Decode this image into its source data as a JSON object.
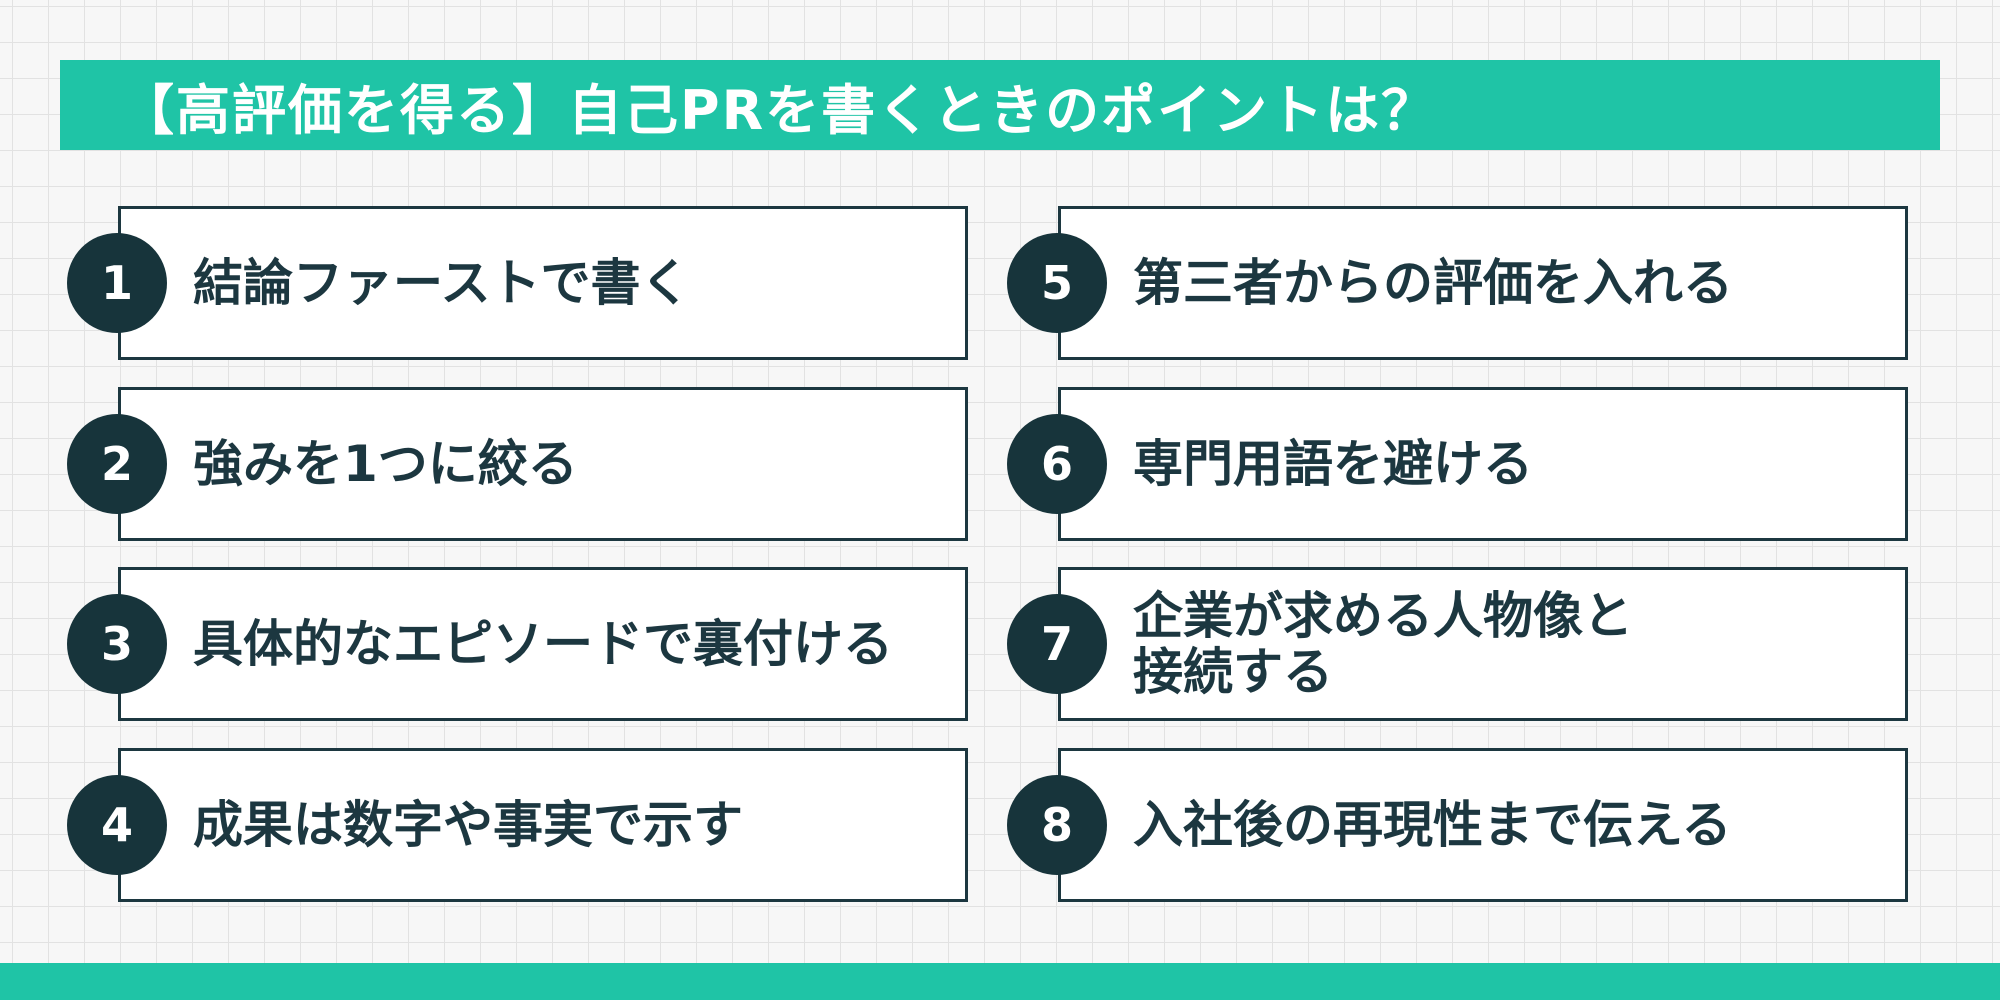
{
  "title": "【高評価を得る】自己PRを書くときのポイントは？",
  "colors": {
    "accent": "#1fc4a6",
    "dark": "#17343b",
    "card_border": "#1c3740",
    "card_background": "#ffffff"
  },
  "points": [
    {
      "number": "1",
      "text": "結論ファーストで書く"
    },
    {
      "number": "2",
      "text": "強みを1つに絞る"
    },
    {
      "number": "3",
      "text": "具体的なエピソードで裏付ける"
    },
    {
      "number": "4",
      "text": "成果は数字や事実で示す"
    },
    {
      "number": "5",
      "text": "第三者からの評価を入れる"
    },
    {
      "number": "6",
      "text": "専門用語を避ける"
    },
    {
      "number": "7",
      "text": "企業が求める人物像と接続する",
      "lines": [
        "企業が求める人物像と",
        "接続する"
      ]
    },
    {
      "number": "8",
      "text": "入社後の再現性まで伝える"
    }
  ]
}
